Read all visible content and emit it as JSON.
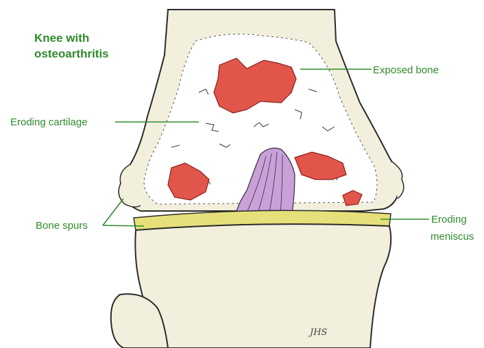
{
  "title": {
    "line1": "Knee with",
    "line2": "osteoarthritis"
  },
  "labels": {
    "exposed_bone": "Exposed bone",
    "eroding_cartilage": "Eroding cartilage",
    "bone_spurs": "Bone spurs",
    "eroding_meniscus_1": "Eroding",
    "eroding_meniscus_2": "meniscus"
  },
  "signature": "JHS",
  "colors": {
    "label_green": "#2e8a2c",
    "bone_fill": "#f2f0dc",
    "outline": "#2a2a2a",
    "lesion_red": "#e2554a",
    "ligament_purple": "#c9a0d8",
    "meniscus_yellow": "#e6e07a",
    "leader_green": "#2e8a2c"
  }
}
